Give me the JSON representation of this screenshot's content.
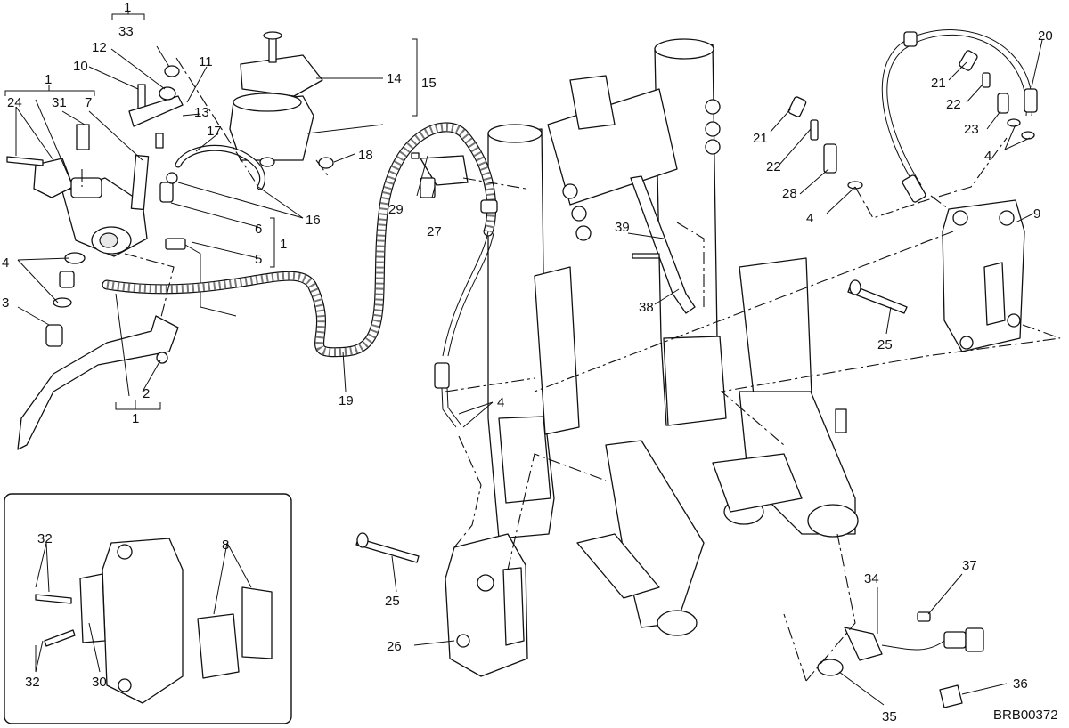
{
  "drawing_code": "BRB00372",
  "callouts": [
    {
      "id": "c1-top",
      "text": "1"
    },
    {
      "id": "c33",
      "text": "33"
    },
    {
      "id": "c12",
      "text": "12"
    },
    {
      "id": "c10",
      "text": "10"
    },
    {
      "id": "c11",
      "text": "11"
    },
    {
      "id": "c13",
      "text": "13"
    },
    {
      "id": "c1-left",
      "text": "1"
    },
    {
      "id": "c24",
      "text": "24"
    },
    {
      "id": "c31",
      "text": "31"
    },
    {
      "id": "c7",
      "text": "7"
    },
    {
      "id": "c17",
      "text": "17"
    },
    {
      "id": "c14",
      "text": "14"
    },
    {
      "id": "c15",
      "text": "15"
    },
    {
      "id": "c18",
      "text": "18"
    },
    {
      "id": "c16",
      "text": "16"
    },
    {
      "id": "c6",
      "text": "6"
    },
    {
      "id": "c5",
      "text": "5"
    },
    {
      "id": "c1-right",
      "text": "1"
    },
    {
      "id": "c4-left",
      "text": "4"
    },
    {
      "id": "c3",
      "text": "3"
    },
    {
      "id": "c2",
      "text": "2"
    },
    {
      "id": "c1-bottom",
      "text": "1"
    },
    {
      "id": "c19",
      "text": "19"
    },
    {
      "id": "c29",
      "text": "29"
    },
    {
      "id": "c27",
      "text": "27"
    },
    {
      "id": "c4-mid",
      "text": "4"
    },
    {
      "id": "c39",
      "text": "39"
    },
    {
      "id": "c38",
      "text": "38"
    },
    {
      "id": "c21-a",
      "text": "21"
    },
    {
      "id": "c22-a",
      "text": "22"
    },
    {
      "id": "c28",
      "text": "28"
    },
    {
      "id": "c4-r1",
      "text": "4"
    },
    {
      "id": "c20",
      "text": "20"
    },
    {
      "id": "c21-b",
      "text": "21"
    },
    {
      "id": "c22-b",
      "text": "22"
    },
    {
      "id": "c23",
      "text": "23"
    },
    {
      "id": "c4-r2",
      "text": "4"
    },
    {
      "id": "c9",
      "text": "9"
    },
    {
      "id": "c25-r",
      "text": "25"
    },
    {
      "id": "c25-l",
      "text": "25"
    },
    {
      "id": "c26",
      "text": "26"
    },
    {
      "id": "c34",
      "text": "34"
    },
    {
      "id": "c37",
      "text": "37"
    },
    {
      "id": "c36",
      "text": "36"
    },
    {
      "id": "c35",
      "text": "35"
    },
    {
      "id": "c32-a",
      "text": "32"
    },
    {
      "id": "c8",
      "text": "8"
    },
    {
      "id": "c32-b",
      "text": "32"
    },
    {
      "id": "c30",
      "text": "30"
    }
  ]
}
